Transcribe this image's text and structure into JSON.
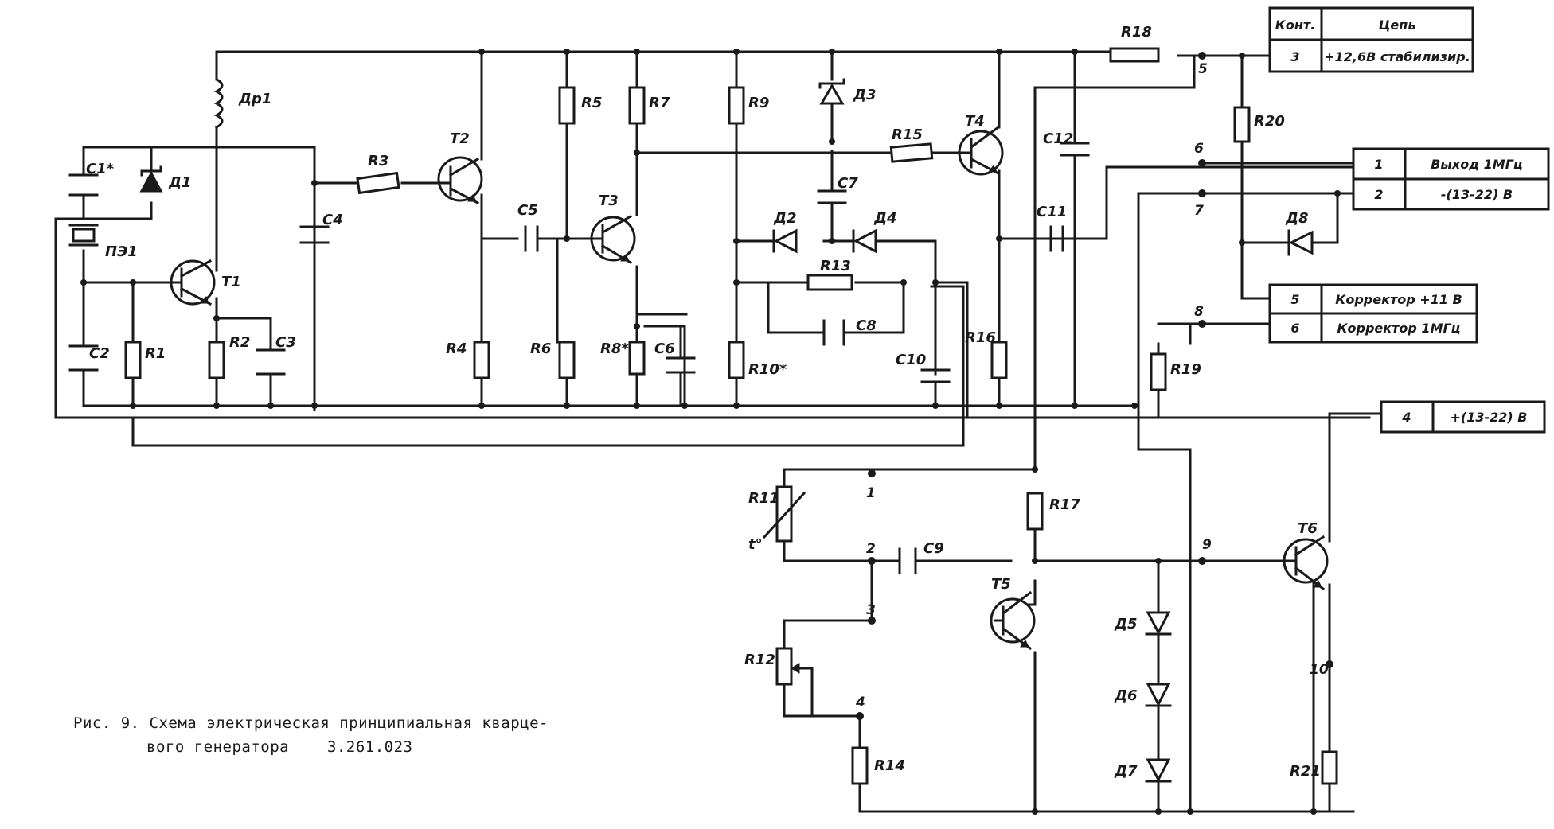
{
  "caption": {
    "line1": "Рис. 9. Схема электрическая принципиальная кварце-",
    "line2": "вого генератора",
    "doc_number": "3.261.023"
  },
  "components": {
    "transistors": [
      "Т1",
      "Т2",
      "Т3",
      "Т4",
      "Т5",
      "Т6"
    ],
    "resistors": [
      "R1",
      "R2",
      "R3",
      "R4",
      "R5",
      "R6",
      "R7",
      "R8*",
      "R9",
      "R10*",
      "R11",
      "R12",
      "R13",
      "R14",
      "R15",
      "R16",
      "R17",
      "R18",
      "R19",
      "R20",
      "R21"
    ],
    "capacitors": [
      "С1*",
      "С2",
      "С3",
      "С4",
      "С5",
      "С6",
      "С7",
      "С8",
      "С9",
      "С10",
      "С11",
      "С12"
    ],
    "diodes": [
      "Д1",
      "Д2",
      "Д3",
      "Д4",
      "Д5",
      "Д6",
      "Д7",
      "Д8"
    ],
    "inductor": "Др1",
    "crystal": "ПЭ1",
    "thermistor_mark": "t°"
  },
  "nodes": [
    "1",
    "2",
    "3",
    "4",
    "5",
    "6",
    "7",
    "8",
    "9",
    "10"
  ],
  "connector_table": {
    "headers": [
      "Конт.",
      "Цепь"
    ],
    "rows": [
      {
        "contact": "3",
        "circuit": "+12,6В стабилизир."
      },
      {
        "contact": "1",
        "circuit": "Выход 1МГц"
      },
      {
        "contact": "2",
        "circuit": "-(13-22) В"
      },
      {
        "contact": "5",
        "circuit": "Корректор +11 В"
      },
      {
        "contact": "6",
        "circuit": "Корректор 1МГц"
      },
      {
        "contact": "4",
        "circuit": "+(13-22) В"
      }
    ]
  }
}
